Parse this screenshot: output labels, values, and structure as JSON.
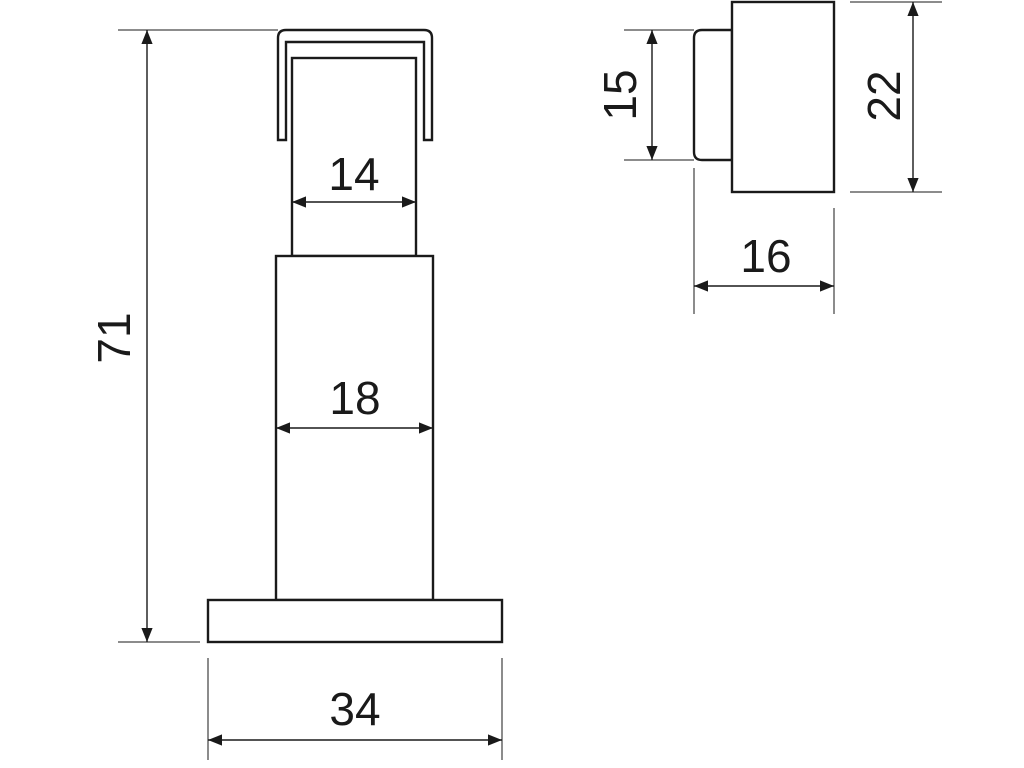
{
  "dimensions": {
    "total_height": "71",
    "rod_width": "14",
    "body_width": "18",
    "base_width": "34",
    "cap_inner_height": "15",
    "cap_outer_height": "22",
    "cap_depth": "16"
  }
}
